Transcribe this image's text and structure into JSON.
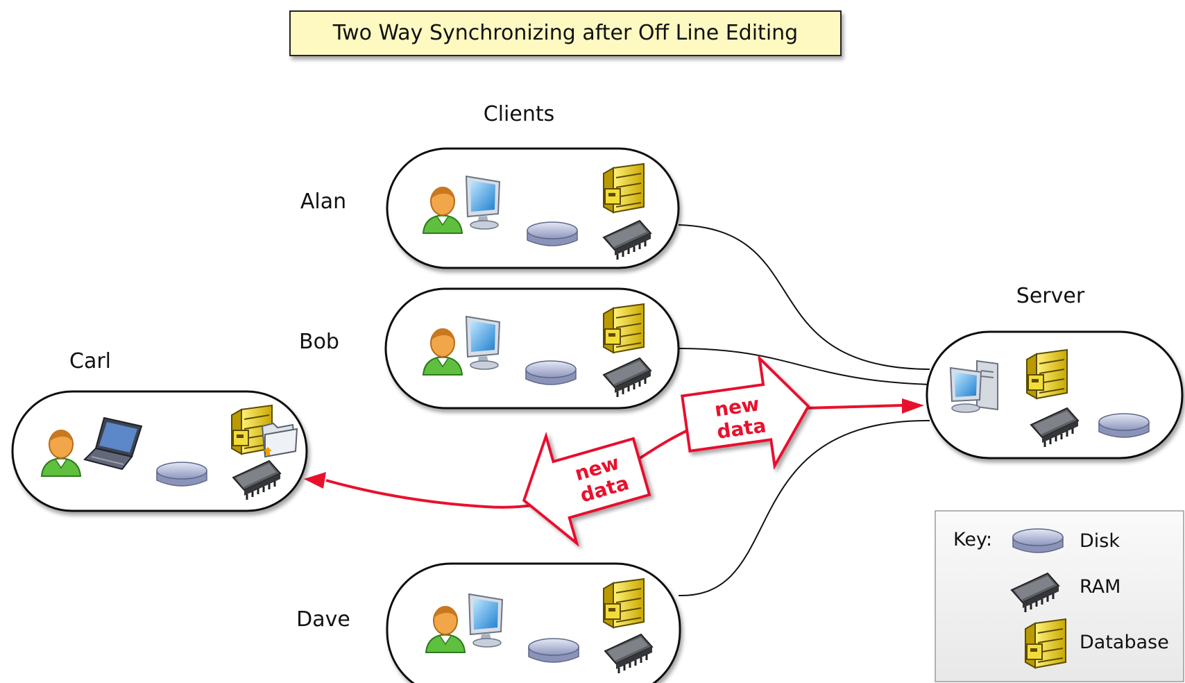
{
  "title": "Two Way Synchronizing after Off Line Editing",
  "labels": {
    "clients": "Clients",
    "server": "Server",
    "alan": "Alan",
    "bob": "Bob",
    "carl": "Carl",
    "dave": "Dave"
  },
  "arrows": {
    "upper_line1": "new",
    "upper_line2": "data",
    "lower_line1": "new",
    "lower_line2": "data"
  },
  "key": {
    "heading": "Key:",
    "disk": "Disk",
    "ram": "RAM",
    "database": "Database"
  },
  "colors": {
    "sync_arrow": "#e8112d",
    "title_fill": "#fdf9c0",
    "key_fill": "#f2f2f2",
    "person_skin": "#f0a040",
    "person_body": "#5fbf3f",
    "monitor": "#3aa0e8",
    "database": "#e8d020",
    "disk": "#b8c0dc"
  }
}
